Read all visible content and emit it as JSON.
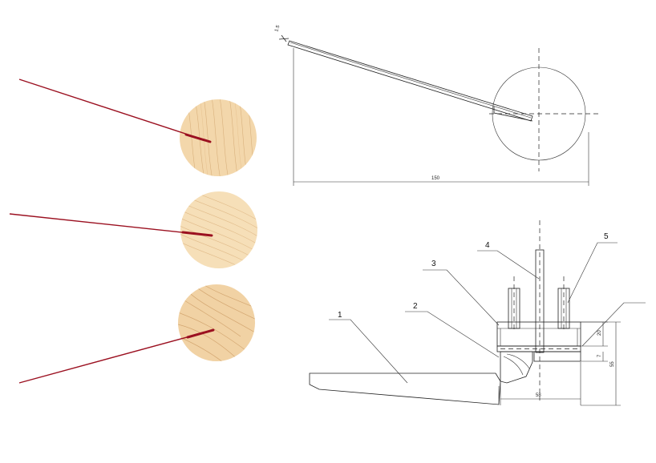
{
  "drawing": {
    "dimensions": {
      "thickness": "1.5",
      "length": "150",
      "width": "58",
      "height": "55",
      "block": "20",
      "gap": "7"
    },
    "callouts": [
      "1",
      "2",
      "3",
      "4",
      "5"
    ]
  },
  "colors": {
    "line": "#222222",
    "pointer": "#9b1020",
    "wood": "#f3d7ab",
    "wood_grain": "#d9b07c",
    "wood_light": "#f8e4c2"
  },
  "wood_samples": [
    "wood-sample-top",
    "wood-sample-middle",
    "wood-sample-bottom"
  ]
}
